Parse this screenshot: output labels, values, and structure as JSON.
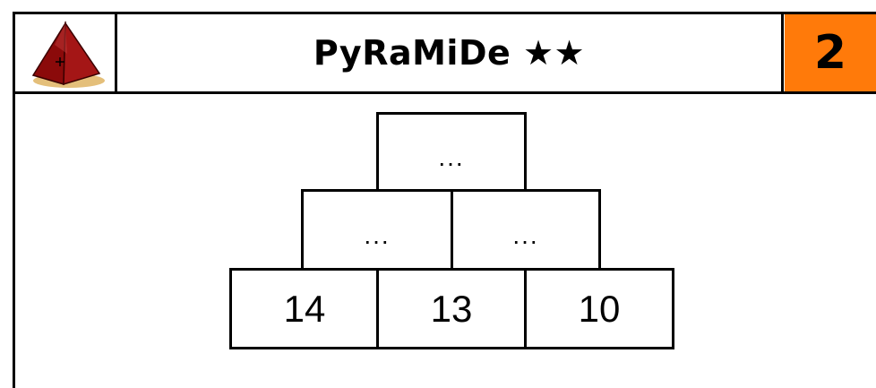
{
  "header": {
    "icon": "pyramid-icon",
    "title": "PyRaMiDe ★★",
    "level": "2",
    "level_color": "#ff7a0a"
  },
  "pyramid": {
    "top": [
      "..."
    ],
    "middle": [
      "...",
      "..."
    ],
    "bottom": [
      "14",
      "13",
      "10"
    ]
  }
}
